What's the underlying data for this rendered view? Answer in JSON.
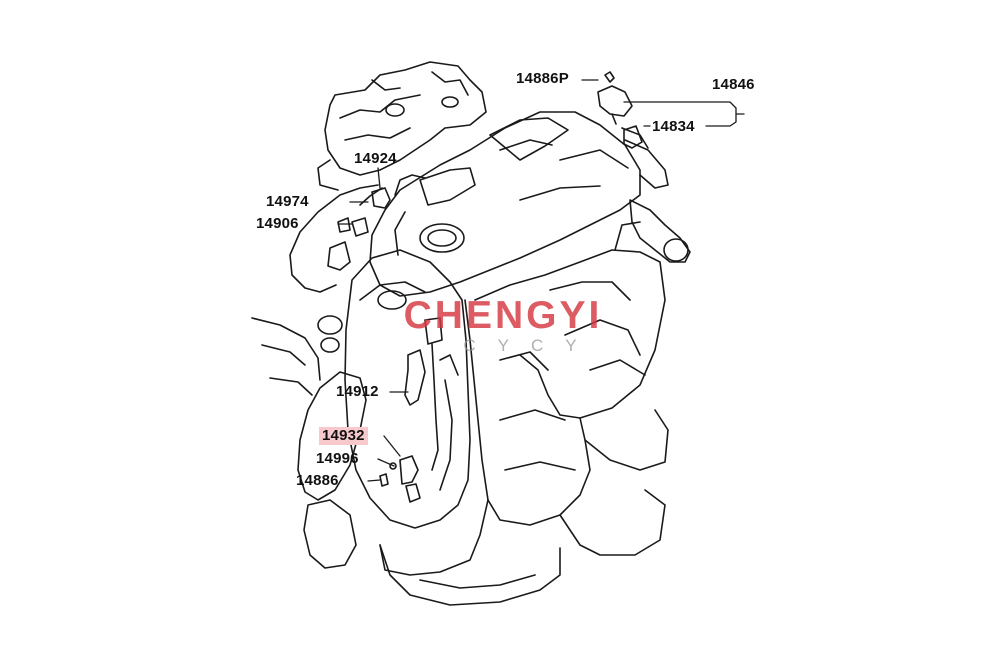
{
  "diagram": {
    "line_color": "#1a1a1a",
    "highlight_color": "#f7c9cc",
    "part_labels": [
      {
        "id": "p14886P",
        "text": "14886P"
      },
      {
        "id": "p14846",
        "text": "14846"
      },
      {
        "id": "p14834",
        "text": "14834"
      },
      {
        "id": "p14924",
        "text": "14924"
      },
      {
        "id": "p14974",
        "text": "14974"
      },
      {
        "id": "p14906",
        "text": "14906"
      },
      {
        "id": "p14912",
        "text": "14912"
      },
      {
        "id": "p14932",
        "text": "14932",
        "highlighted": true
      },
      {
        "id": "p14996",
        "text": "14996"
      },
      {
        "id": "p14886",
        "text": "14886"
      }
    ]
  },
  "watermark": {
    "main": "CHENGYI",
    "sub": "CYCY",
    "color": "#d63741"
  }
}
